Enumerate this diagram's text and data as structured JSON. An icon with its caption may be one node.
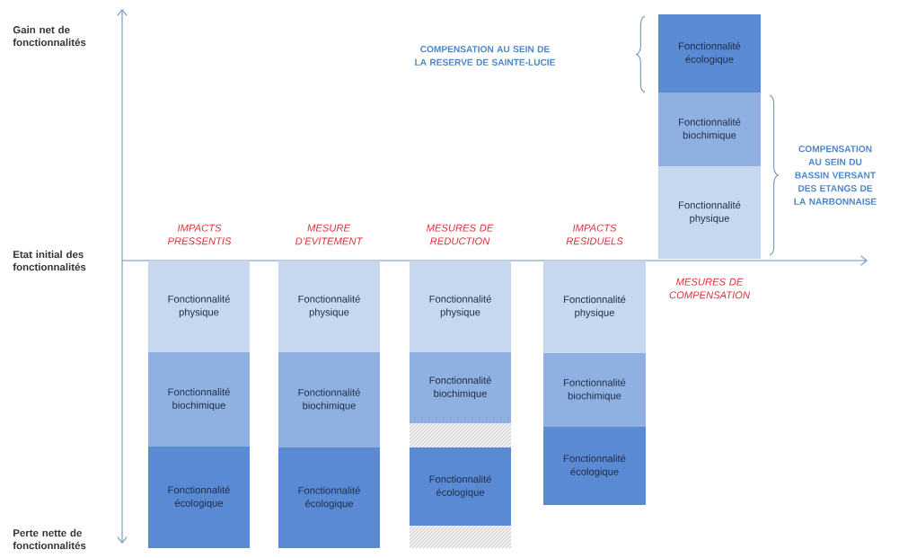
{
  "diagram": {
    "nodes": [
      {
        "text": [
          "Fonctionnalité physique"
        ]
      },
      {
        "text": [
          "Fonctionnalité biochimique"
        ]
      },
      {
        "text": [
          "Fonctionnalité écologique"
        ]
      },
      {
        "text": [
          "Fonctionnalité physique"
        ]
      },
      {
        "text": [
          "Fonctionnalité biochimique"
        ]
      },
      {
        "text": [
          "Fonctionnalité écologique"
        ]
      },
      {
        "text": [
          "Fonctionnalité physique"
        ]
      },
      {
        "text": [
          "Fonctionnalité biochimique"
        ]
      },
      {
        "text": [],
        "shape": "box"
      },
      {
        "text": [
          "Fonctionnalité écologique"
        ]
      },
      {
        "text": [],
        "shape": "box"
      },
      {
        "text": [
          "Fonctionnalité physique"
        ]
      },
      {
        "text": [
          "Fonctionnalité biochimique"
        ]
      },
      {
        "text": [
          "Fonctionnalité écologique"
        ]
      },
      {
        "text": [
          "Fonctionnalité écologique"
        ]
      },
      {
        "text": [
          "Fonctionnalité biochimique"
        ]
      },
      {
        "text": [
          "Fonctionnalité physique"
        ]
      }
    ],
    "labels": [
      "Gain net de fonctionnalités",
      "COMPENSATION AU SEIN DE LA RESERVE DE SAINTE-LUCIE",
      "COMPENSATION AU SEIN DU BASSIN VERSANT DES ETANGS DE LA NARBONNAISE",
      "IMPACTS PRESSENTIS",
      "MESURE D’EVITEMENT",
      "MESURES DE REDUCTION",
      "IMPACTS RESIDUELS",
      "Etat initial des fonctionnalités",
      "MESURES DE COMPENSATION",
      "Perte nette de fonctionnalités"
    ]
  }
}
